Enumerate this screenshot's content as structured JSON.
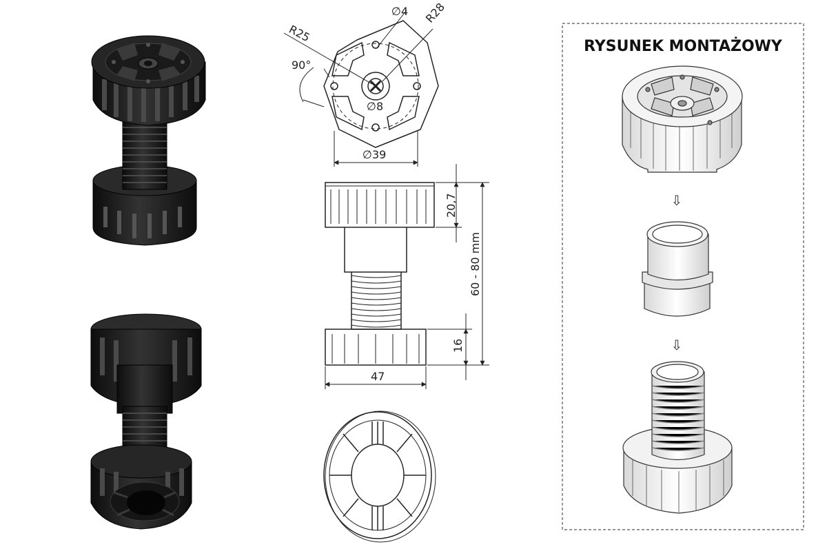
{
  "assembly": {
    "title": "RYSUNEK MONTAŻOWY",
    "arrow_glyph": "⇩"
  },
  "dimensions": {
    "hole_diameter": "∅4",
    "radius_outer": "R28",
    "radius_inner": "R25",
    "angle": "90°",
    "center_diameter": "∅8",
    "flange_diameter": "∅39",
    "head_height": "20,7",
    "total_height": "60 - 80 mm",
    "foot_height": "16",
    "foot_width": "47"
  },
  "colors": {
    "part_dark": "#1a1a1a",
    "part_mid": "#2e2e2e",
    "part_light": "#f2f2f2",
    "line": "#222222",
    "dashed_frame": "#555555"
  }
}
